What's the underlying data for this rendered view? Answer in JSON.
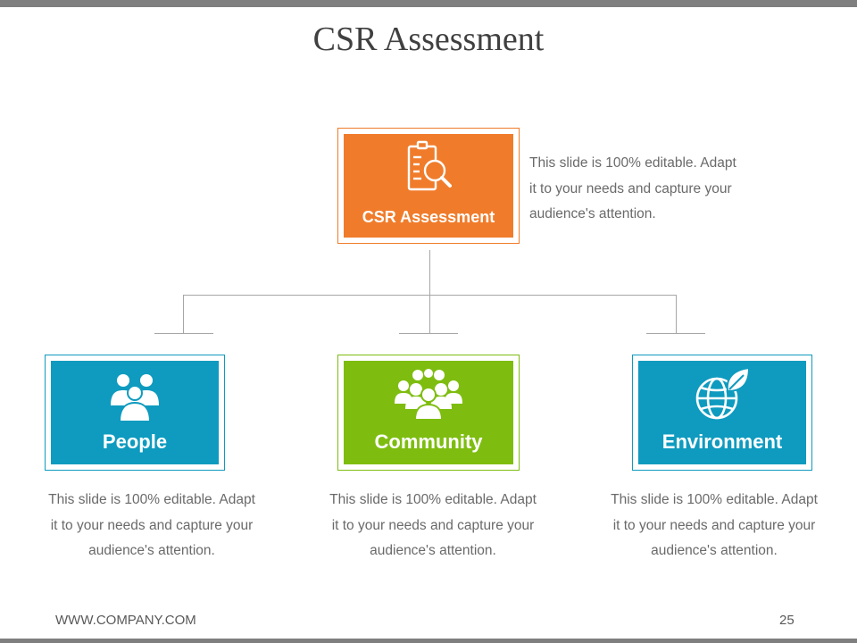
{
  "slide": {
    "title": "CSR Assessment",
    "footer_url": "WWW.COMPANY.COM",
    "page_number": "25"
  },
  "colors": {
    "orange": "#f07c2b",
    "teal": "#0e9bbf",
    "green": "#7ebd10",
    "gray_bar": "#7f7f7f"
  },
  "root": {
    "label": "CSR Assessment",
    "icon": "clipboard-search-icon",
    "description_lines": [
      "This slide is 100% editable. Adapt",
      "it to your needs and capture your",
      "audience's attention."
    ]
  },
  "children": [
    {
      "label": "People",
      "icon": "people-icon",
      "description_lines": [
        "This slide is 100% editable. Adapt",
        "it to your needs and capture your",
        "audience's attention."
      ]
    },
    {
      "label": "Community",
      "icon": "community-icon",
      "description_lines": [
        "This slide is 100% editable. Adapt",
        "it to your needs and capture your",
        "audience's attention."
      ]
    },
    {
      "label": "Environment",
      "icon": "globe-leaf-icon",
      "description_lines": [
        "This slide is 100% editable. Adapt",
        "it to your needs and capture your",
        "audience's attention."
      ]
    }
  ]
}
